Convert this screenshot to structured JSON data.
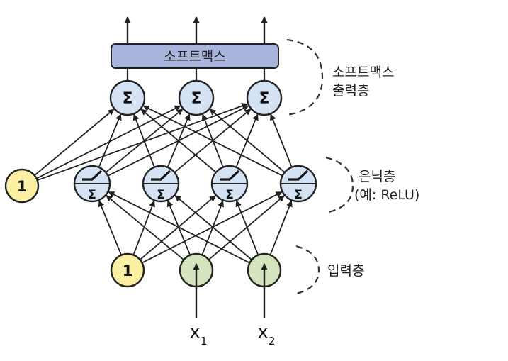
{
  "softmax_box": {
    "label": "소프트맥스"
  },
  "layers": {
    "output": {
      "label_line1": "소프트맥스",
      "label_line2": "출력층"
    },
    "hidden": {
      "label_line1": "은닉층",
      "label_line2": "(예: ReLU)"
    },
    "input": {
      "label": "입력층"
    }
  },
  "nodes": {
    "sum_symbol": "Σ",
    "bias_value": "1"
  },
  "inputs": {
    "x1": {
      "base": "x",
      "sub": "1"
    },
    "x2": {
      "base": "x",
      "sub": "2"
    }
  },
  "colors": {
    "softmax_fill": "#a8b4dc",
    "output_fill": "#d4e2f4",
    "hidden_fill": "#d4e2f4",
    "bias_fill": "#fcf0a4",
    "input_fill": "#d4e4be",
    "stroke": "#222222"
  }
}
